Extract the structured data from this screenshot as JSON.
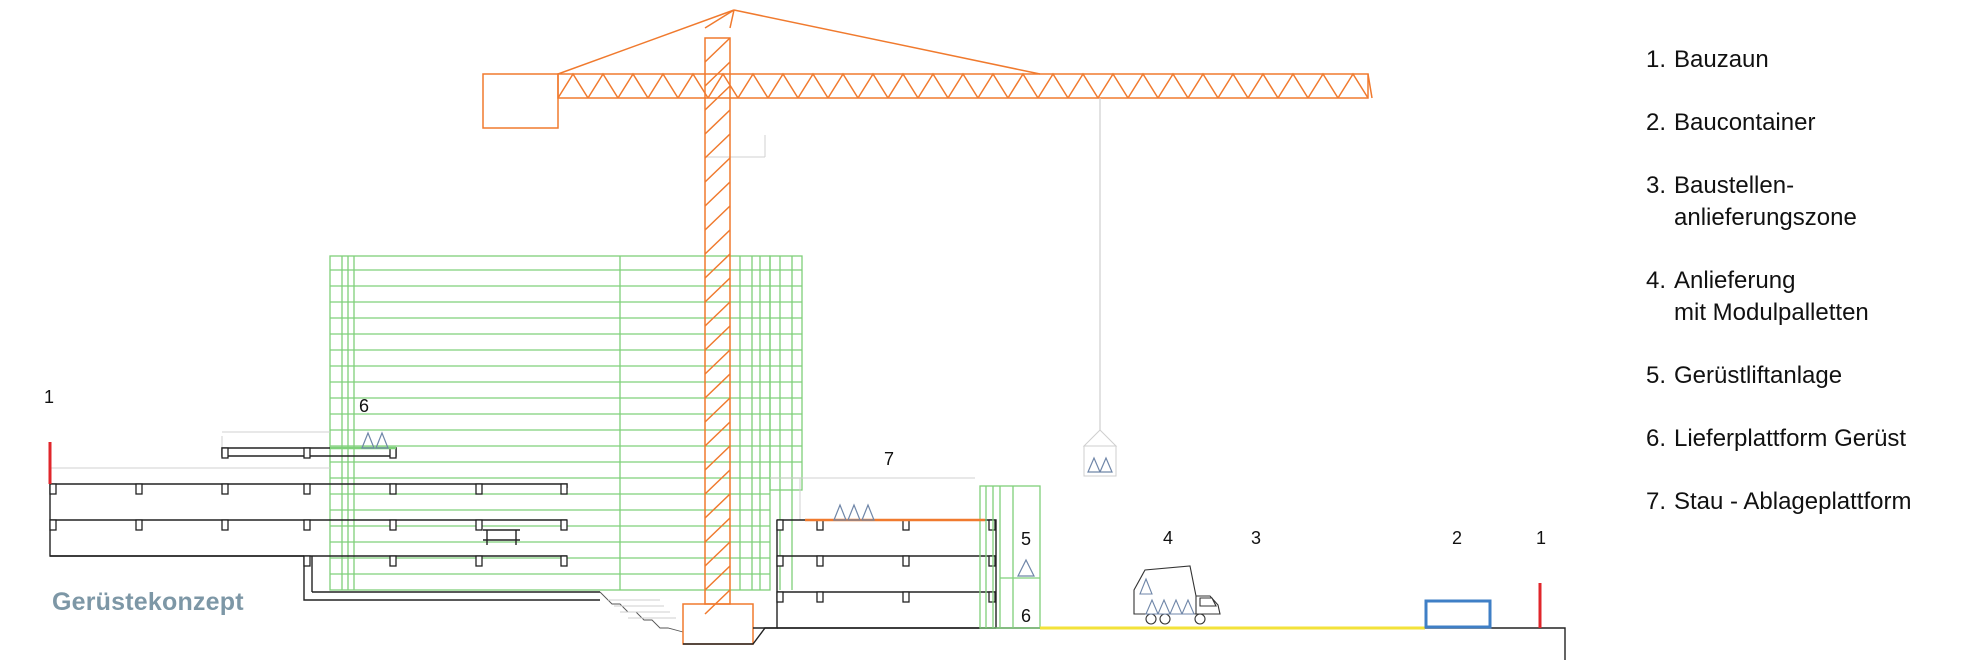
{
  "title": "Gerüstekonzept",
  "legend": [
    {
      "number": "1.",
      "label": "Bauzaun"
    },
    {
      "number": "2.",
      "label": "Baucontainer"
    },
    {
      "number": "3.",
      "label": "Baustellen-\nanlieferungszone"
    },
    {
      "number": "4.",
      "label": "Anlieferung\nmit Modulpalletten"
    },
    {
      "number": "5.",
      "label": "Gerüstliftanlage"
    },
    {
      "number": "6.",
      "label": "Lieferplattform Gerüst"
    },
    {
      "number": "7.",
      "label": "Stau - Ablageplattform"
    }
  ],
  "markers": {
    "fence_left": "1",
    "fence_right": "1",
    "container": "2",
    "delivery_zone": "3",
    "delivery": "4",
    "lift": "5",
    "platform_upper": "6",
    "platform_lower": "6",
    "storage": "7"
  },
  "colors": {
    "crane": "#f07a2e",
    "scaffold": "#7fd07a",
    "fence": "#e0262b",
    "container": "#3f7fc6",
    "zone": "#f3e23a",
    "building": "#222222",
    "pallet": "#6f86a8",
    "title": "#7d97a6"
  }
}
